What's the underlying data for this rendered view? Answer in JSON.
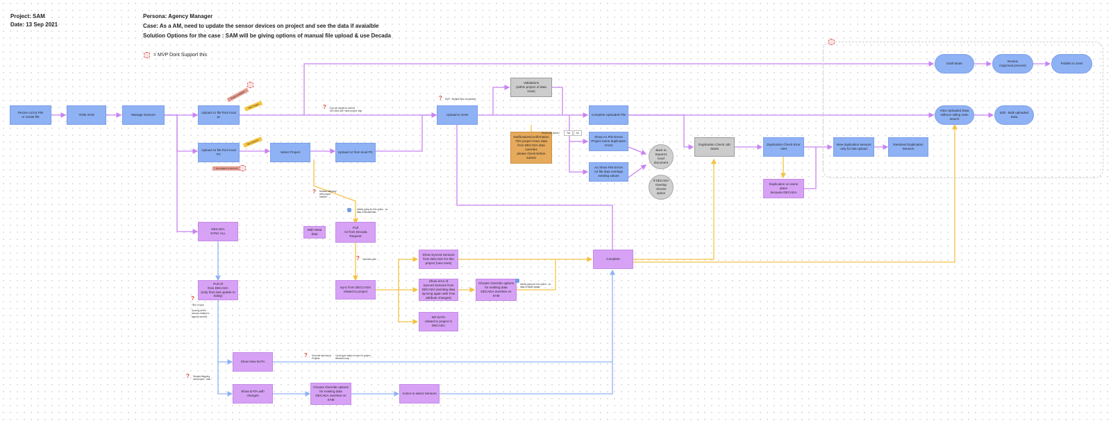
{
  "header": {
    "project": "Project: SAM",
    "date": "Date: 13 Sep 2021",
    "persona": "Persona: Agency Manager",
    "case": "Case: As a AM, need to update the sensor devices on project and see the data if avaialble",
    "solution": "Solution Options for the case : SAM will be giving options of manual file upload & use Decada",
    "legend": "= MVP Dont Support this"
  },
  "nodes": {
    "receive": "Recive A1/A2 File\nor create file",
    "visits": "Visits SAM",
    "manage": "Manage Sensors",
    "upload_a1": "Upload A1 file from local\npc",
    "upload_a2_local": "Upload A2 file from local\nPC",
    "select_project": "Select Project",
    "upload_a2_pc": "Upload A2 from local PC",
    "upload_sam": "Upload to SAM",
    "validations": "Validations\n(within project of data\nrows)",
    "notifications": "Notifications/confirmation\nThis project Have data\nfrom DECADA data\noverrites\nplease check before\nsubmit",
    "complete_upload": "Complete Uploaded File",
    "show_a1_errors": "Show A1 File Errors\nProject name duplication\nerrors",
    "a2_errors": "A2 Show File Errors\nA2 file data overlaps\nexisting values",
    "back_square": "Back to\nSquare1\nlocal\ndocument",
    "if_decada": "If DECADA\nOverlap\nchoose\noption",
    "dup_check": "Duplication Check Job\nStarts",
    "dup_alert": "Duplication Check Error\nAlert",
    "dup_same_place": "Duplication on same place\nbecause DECADA",
    "view_dup": "View duplication sensors\nonly for last upload",
    "resolved_dup": "Resolved Duplication\nSensors",
    "draft": "Draft Mode",
    "review": "Review\n(Approval process)",
    "publish": "Publish to SAM",
    "view_uploaded": "View Uploaded Data\nwithout calling main\nsearch",
    "edit_bulk": "Edit - Bulk uploaded\nData",
    "decada_sync": "DECADA\nSYNC ALL",
    "with_meta": "With Meta\ndata",
    "pull_a2": "Pull\nA2 from Decada\nRequest",
    "pull_all": "Pull All\nfrom DECADA\n(only from last update to\ntoday)",
    "sync_decada": "Sync from DECCADA\nrelated to project",
    "show_synced": "Show Synced Sensors\nfrom DECADA for this\nproject (new ones)",
    "show_errors_synced": "Show error of\nSynced Sensors from\nDECADA (existing data\nsyncing again with Few\nattribute changes)",
    "no_data": "NO DATA\nrelated to project in\nDECADA",
    "choose_override_b": "Choose Override options\nfor existing data\nDECADA overrites on SAM",
    "complete": "Complete",
    "show_new_data": "Show New DATA",
    "show_data_changes": "Show DATA with changes",
    "choose_override_c": "Choose Override options\nfor existing data\nDECADA overrites on SAM",
    "action_select": "Action to select Sensors"
  },
  "tags": {
    "project_validation": "Project validation",
    "a1_new_project": "New Project",
    "a2_new_sensors": "New Sensors",
    "a2_updation": "A2 updation to same IS"
  },
  "notes": {
    "merge": "Can we merge A1 and A2\nDECADA don't have project map",
    "mvp_multiple": "MVP - Multiple files not allowed",
    "would_u_select": "Would you select?",
    "yes": "Yes",
    "no": "No",
    "decada_mapping": "Decada Mapping\nwith project\nneeded",
    "ideally_going": "Ideally going for this option - no\ndata of decada fails",
    "override_q": "Override open",
    "ideally_latest": "Ideally going for this option - no\ndata of latest update",
    "time_sync": "Time of sync\n\nSyncing all the\nsensors related to\nagency sensors",
    "how_last": "How last will map to\nProjects",
    "count_give": "Count give option to user for project\nselection map",
    "decada_mapping2": "Decada Mapping\nwith project - total"
  },
  "colors": {
    "blue_edge": "#8fb2f5",
    "purple_edge": "#c883f2",
    "yellow_edge": "#f3c244",
    "node_blue": "#8fb2f5",
    "node_purple": "#d7a2f5"
  }
}
